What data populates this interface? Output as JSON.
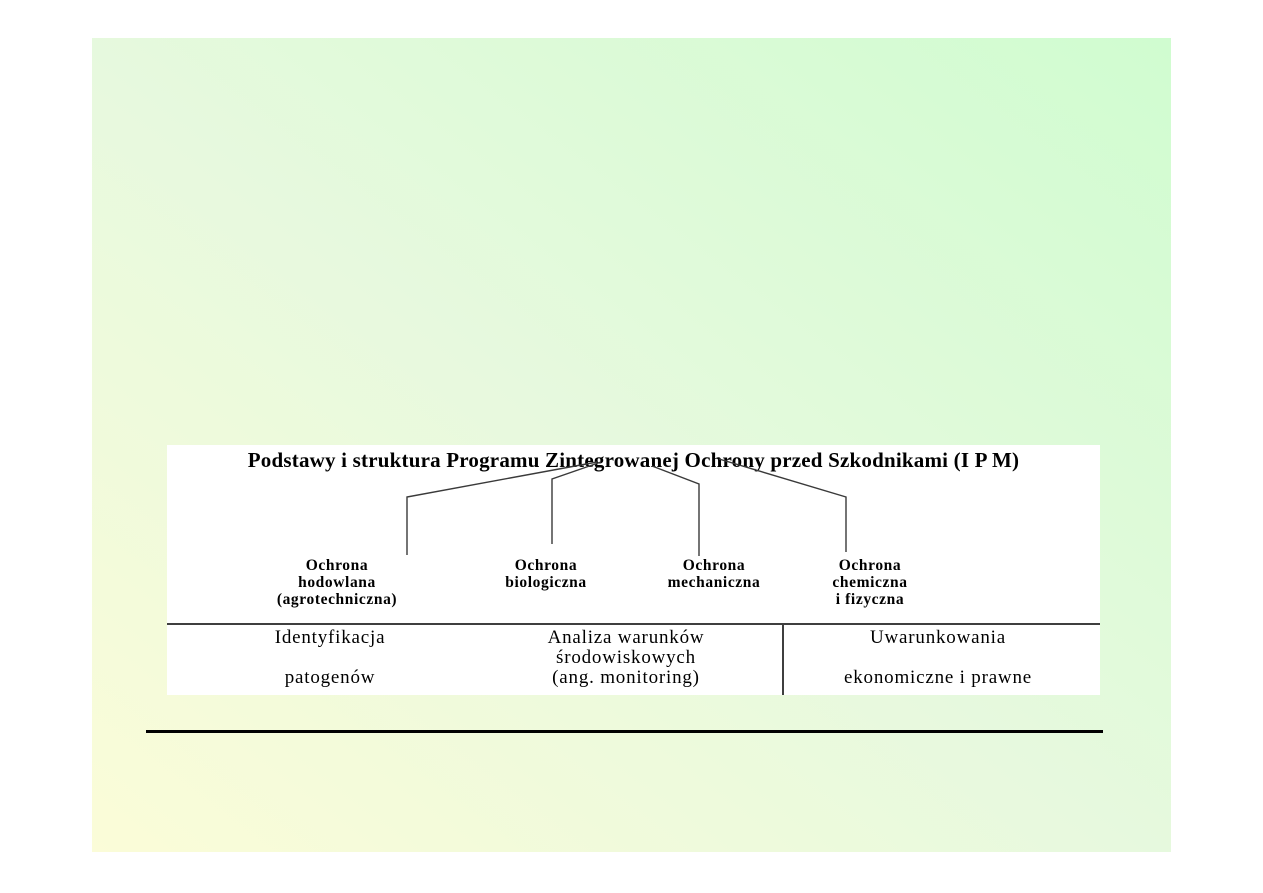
{
  "slide": {
    "background_gradient": {
      "top_right": "#d0fcd0",
      "middle": "#e7f9de",
      "bottom_left": "#fbfcd8"
    },
    "panel_background": "#ffffff",
    "line_color": "#3a3a3a",
    "text_color": "#000000"
  },
  "diagram": {
    "title": "Podstawy i struktura Programu Zintegrowanej Ochrony przed Szkodnikami (I P M)",
    "branches": [
      {
        "line1": "Ochrona",
        "line2": "hodowlana",
        "line3": "(agrotechniczna)"
      },
      {
        "line1": "Ochrona",
        "line2": "biologiczna",
        "line3": ""
      },
      {
        "line1": "Ochrona",
        "line2": "mechaniczna",
        "line3": ""
      },
      {
        "line1": "Ochrona",
        "line2": "chemiczna",
        "line3": "i fizyczna"
      }
    ],
    "foundations": [
      {
        "line1": "Identyfikacja",
        "line2": "",
        "line3": "patogenów"
      },
      {
        "line1": "Analiza warunków",
        "line2": "środowiskowych",
        "line3": "(ang. monitoring)"
      },
      {
        "line1": "Uwarunkowania",
        "line2": "",
        "line3": "ekonomiczne i prawne"
      }
    ]
  }
}
